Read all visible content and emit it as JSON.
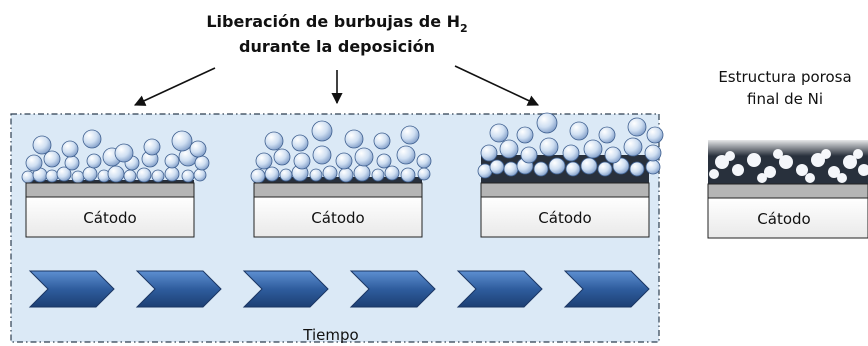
{
  "title": {
    "line1_prefix": "Liberación de burbujas de H",
    "line1_sub": "2",
    "line2": "durante la deposición"
  },
  "final_title": {
    "line1": "Estructura porosa",
    "line2": "final de Ni"
  },
  "stages": [
    {
      "cathode_label": "Cátodo",
      "deposit": "thin"
    },
    {
      "cathode_label": "Cátodo",
      "deposit": "medium"
    },
    {
      "cathode_label": "Cátodo",
      "deposit": "thick"
    }
  ],
  "final_stage": {
    "cathode_label": "Cátodo"
  },
  "time_label": "Tiempo",
  "arrow_count": 6,
  "colors": {
    "panel_fill": "#dbe9f6",
    "panel_border": "#2c3e50",
    "deposit_dark": "#28303c",
    "substrate": "#b5b5b5",
    "chevron": "#2f5d9e",
    "bubble": "#c9d9ee"
  }
}
